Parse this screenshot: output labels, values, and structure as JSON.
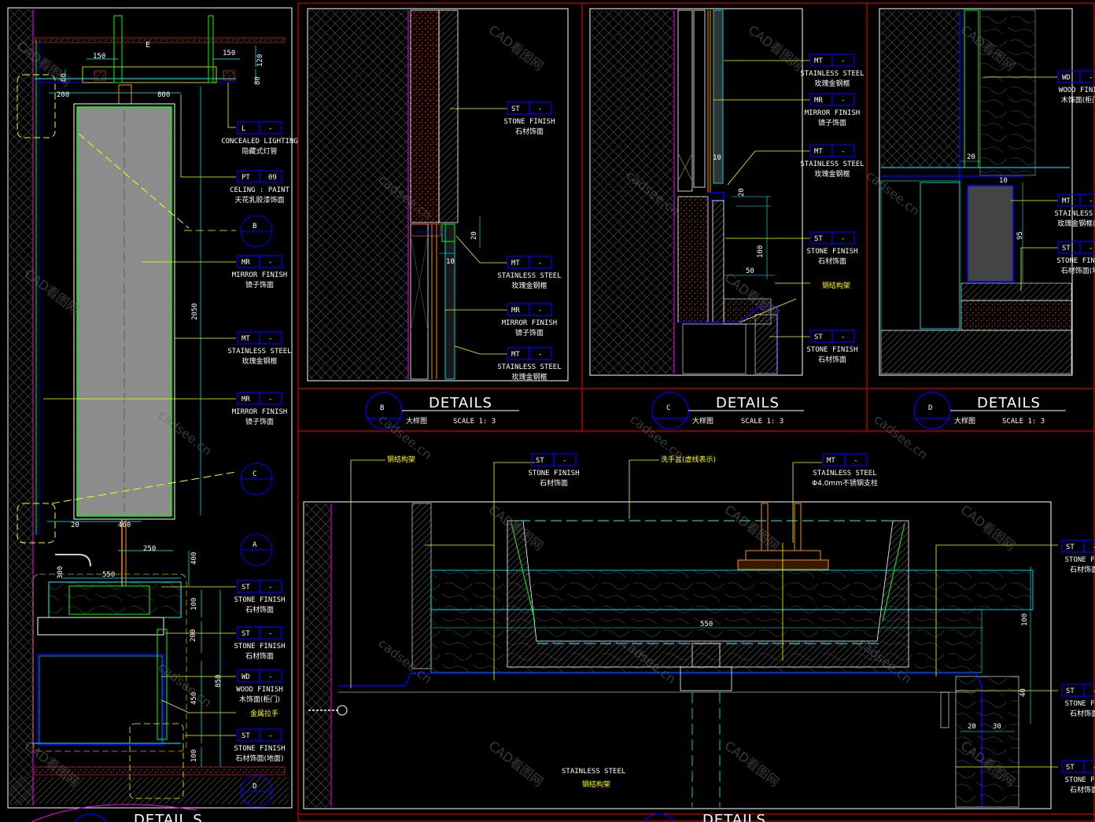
{
  "colors": {
    "background": "#000000",
    "frame": "#ff0000",
    "leader": "#ffff00",
    "section": "#0000ff",
    "guide": "#00ffff",
    "tag": "#0000ff"
  },
  "details": {
    "B": {
      "letter": "B",
      "title": "DETAILS",
      "cn": "大样图",
      "scale": "SCALE  1: 3"
    },
    "C": {
      "letter": "C",
      "title": "DETAILS",
      "cn": "大样图",
      "scale": "SCALE  1: 3"
    },
    "D": {
      "letter": "D",
      "title": "DETAILS",
      "cn": "大样图",
      "scale": "SCALE  1: 3"
    },
    "bottom_left": {
      "title": "DETAIL S"
    },
    "bottom_right": {
      "title": "DETAILS"
    }
  },
  "left_elevation": {
    "dims": [
      "150",
      "150",
      "120",
      "80",
      "60",
      "200",
      "800",
      "2050",
      "20",
      "460",
      "250",
      "400",
      "550",
      "100",
      "200",
      "850",
      "450",
      "100",
      "300"
    ],
    "tags": [
      {
        "code": "L",
        "num": "-",
        "en": "CONCEALED LIGHTING",
        "cn": "隐藏式灯管"
      },
      {
        "code": "PT",
        "num": "09",
        "en": "CELING : PAINT",
        "cn": "天花乳胶漆饰面"
      },
      {
        "code": "MR",
        "num": "-",
        "en": "MIRROR FINISH",
        "cn": "镜子饰面"
      },
      {
        "code": "MT",
        "num": "-",
        "en": "STAINLESS STEEL",
        "cn": "玫瑰金钢框"
      },
      {
        "code": "MR",
        "num": "-",
        "en": "MIRROR FINISH",
        "cn": "镜子饰面"
      },
      {
        "code": "ST",
        "num": "-",
        "en": "STONE FINISH",
        "cn": "石材饰面"
      },
      {
        "code": "ST",
        "num": "-",
        "en": "STONE FINISH",
        "cn": "石材饰面"
      },
      {
        "code": "WD",
        "num": "-",
        "en": "WOOD FINISH",
        "cn": "木饰面(柜门)"
      },
      {
        "code": "ST",
        "num": "-",
        "en": "STONE FINISH",
        "cn": "石材饰面(地面)"
      }
    ],
    "handle_note": "金属拉手",
    "callouts": [
      "B",
      "C",
      "A",
      "D"
    ],
    "marker_e": "E"
  },
  "panel_b": {
    "tags": [
      {
        "code": "ST",
        "num": "-",
        "en": "STONE FINISH",
        "cn": "石材饰面"
      },
      {
        "code": "MT",
        "num": "-",
        "en": "STAINLESS STEEL",
        "cn": "玫瑰金钢框"
      },
      {
        "code": "MR",
        "num": "-",
        "en": "MIRROR FINISH",
        "cn": "镜子饰面"
      },
      {
        "code": "MT",
        "num": "-",
        "en": "STAINLESS STEEL",
        "cn": "玫瑰金钢框"
      }
    ],
    "dims": [
      "20",
      "10"
    ]
  },
  "panel_c": {
    "tags": [
      {
        "code": "MT",
        "num": "-",
        "en": "STAINLESS STEEL",
        "cn": "玫瑰金钢框"
      },
      {
        "code": "MR",
        "num": "-",
        "en": "MIRROR FINISH",
        "cn": "镜子饰面"
      },
      {
        "code": "MT",
        "num": "-",
        "en": "STAINLESS STEEL",
        "cn": "玫瑰金钢框"
      },
      {
        "code": "ST",
        "num": "-",
        "en": "STONE FINISH",
        "cn": "石材饰面"
      },
      {
        "code": "ST",
        "num": "-",
        "en": "STONE FINISH",
        "cn": "石材饰面"
      }
    ],
    "note": "钢结构架",
    "dims": [
      "10",
      "20",
      "100",
      "50"
    ]
  },
  "panel_d": {
    "tags": [
      {
        "code": "WD",
        "num": "-",
        "en": "WOOD FINIS",
        "cn": "木饰面(柜门"
      },
      {
        "code": "MT",
        "num": "-",
        "en": "STAINLESS ST",
        "cn": "玫瑰金钢框(明"
      },
      {
        "code": "ST",
        "num": "-",
        "en": "STONE FINIS",
        "cn": "石材饰面(地"
      }
    ],
    "dims": [
      "20",
      "10",
      "95"
    ]
  },
  "panel_a": {
    "top_notes": {
      "left": "钢结构架",
      "basin": "洗手盆(虚线表示)"
    },
    "tags": [
      {
        "code": "ST",
        "num": "-",
        "en": "STONE FINISH",
        "cn": "石材饰面"
      },
      {
        "code": "MT",
        "num": "-",
        "en": "STAINLESS STEEL",
        "cn": "Φ4.0mm不锈钢支柱"
      },
      {
        "code": "ST",
        "num": "-",
        "en": "STONE FIN",
        "cn": "石材饰面"
      },
      {
        "code": "ST",
        "num": "-",
        "en": "STONE FIN",
        "cn": "石材饰面"
      },
      {
        "code": "ST",
        "num": "-",
        "en": "STONE FIN",
        "cn": "石材饰面"
      }
    ],
    "dims": [
      "550",
      "100",
      "40",
      "20",
      "30"
    ],
    "bottom_note": {
      "en": "STAINLESS STEEL",
      "cn": "钢结构架"
    }
  },
  "watermarks": [
    "CAD看图网",
    "cadsee.cn"
  ]
}
